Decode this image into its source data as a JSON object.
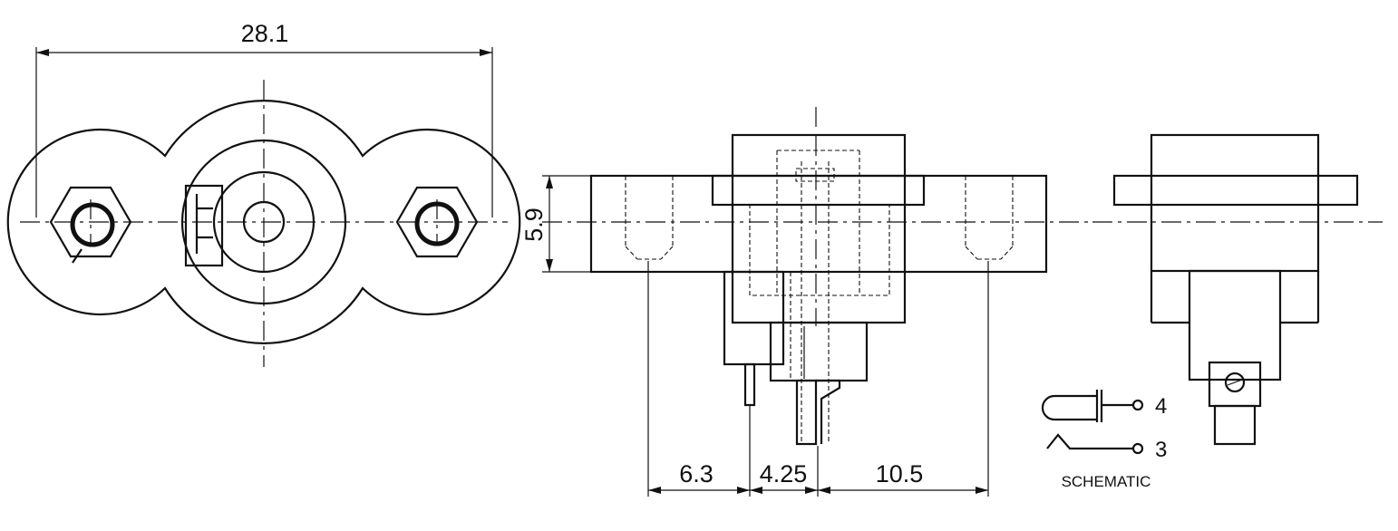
{
  "dimensions": {
    "overall_width": "28.1",
    "height": "5.9",
    "pitch_left": "6.3",
    "pitch_middle": "4.25",
    "pitch_right": "10.5"
  },
  "schematic": {
    "pin_top": "4",
    "pin_bottom": "3",
    "caption": "SCHEMATIC"
  }
}
